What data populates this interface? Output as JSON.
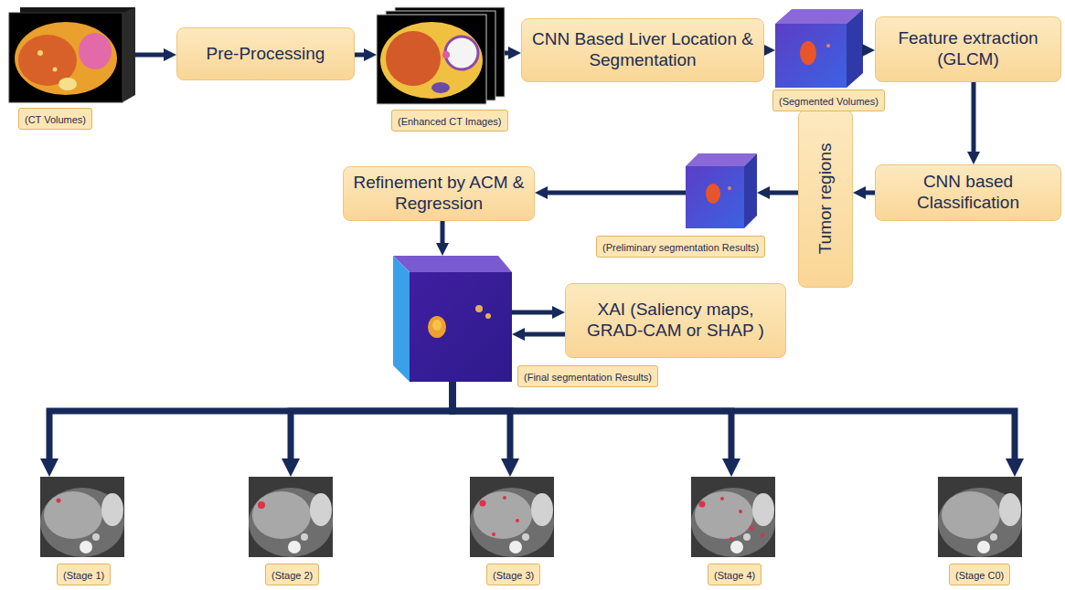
{
  "diagram": {
    "nodes": [
      {
        "text": [
          "(CT Volumes)"
        ]
      },
      {
        "text": [
          "Pre-Processing"
        ]
      },
      {
        "text": [
          "(Enhanced CT Images)"
        ]
      },
      {
        "text": [
          "CNN Based Liver Location & Segmentation"
        ]
      },
      {
        "text": [
          "(Segmented Volumes)"
        ]
      },
      {
        "text": [
          "Feature extraction (GLCM)"
        ]
      },
      {
        "text": [
          "CNN based Classification"
        ]
      },
      {
        "text": [
          "Tumor regions"
        ]
      },
      {
        "text": [
          "(Preliminary segmentation Results)"
        ]
      },
      {
        "text": [
          "Refinement by ACM & Regression"
        ]
      },
      {
        "text": [
          "(Final segmentation Results)"
        ]
      },
      {
        "text": [
          "XAI (Saliency maps, GRAD-CAM or SHAP )"
        ]
      },
      {
        "text": [
          "(Stage 1)"
        ]
      },
      {
        "text": [
          "(Stage 2)"
        ]
      },
      {
        "text": [
          "(Stage 3)"
        ]
      },
      {
        "text": [
          "(Stage 4)"
        ]
      },
      {
        "text": [
          "(Stage C0)"
        ]
      }
    ],
    "edges": [
      {
        "from": 0,
        "to": 1,
        "arrow": "to"
      },
      {
        "from": 1,
        "to": 2,
        "arrow": "to"
      },
      {
        "from": 2,
        "to": 3,
        "arrow": "to"
      },
      {
        "from": 3,
        "to": 4,
        "arrow": "to"
      },
      {
        "from": 4,
        "to": 5,
        "arrow": "to"
      },
      {
        "from": 5,
        "to": 6,
        "arrow": "to"
      },
      {
        "from": 6,
        "to": 7,
        "arrow": "to"
      },
      {
        "from": 7,
        "to": 8,
        "arrow": "to"
      },
      {
        "from": 8,
        "to": 9,
        "arrow": "to"
      },
      {
        "from": 9,
        "to": 10,
        "arrow": "to"
      },
      {
        "from": 10,
        "to": 11,
        "arrow": "to"
      },
      {
        "from": 11,
        "to": 10,
        "arrow": "to"
      },
      {
        "from": 10,
        "to": 12,
        "arrow": "to"
      },
      {
        "from": 10,
        "to": 13,
        "arrow": "to"
      },
      {
        "from": 10,
        "to": 14,
        "arrow": "to"
      },
      {
        "from": 10,
        "to": 15,
        "arrow": "to"
      },
      {
        "from": 10,
        "to": 16,
        "arrow": "to"
      }
    ]
  }
}
